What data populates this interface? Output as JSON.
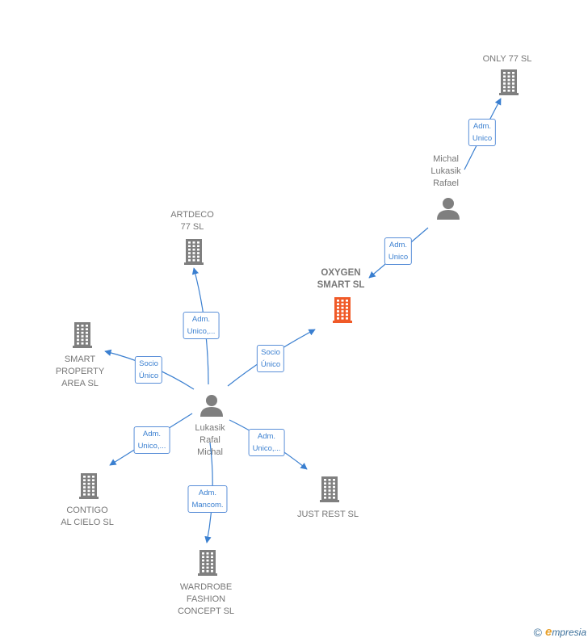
{
  "colors": {
    "company": "#7f7f7f",
    "focus_company": "#f05a28",
    "person": "#7f7f7f",
    "edge": "#3a7fd0",
    "label_text": "#777777"
  },
  "nodes": [
    {
      "id": "only77",
      "type": "company",
      "label": "ONLY 77  SL",
      "icon": "building-icon"
    },
    {
      "id": "michal",
      "type": "person",
      "label": "Michal\nLukasik\nRafael",
      "icon": "person-icon"
    },
    {
      "id": "oxygen",
      "type": "company",
      "label": "OXYGEN\nSMART  SL",
      "icon": "building-icon",
      "focus": true
    },
    {
      "id": "artdeco",
      "type": "company",
      "label": "ARTDECO\n77  SL",
      "icon": "building-icon"
    },
    {
      "id": "smart",
      "type": "company",
      "label": "SMART\nPROPERTY\nAREA  SL",
      "icon": "building-icon"
    },
    {
      "id": "lukasik",
      "type": "person",
      "label": "Lukasik\nRafal\nMichal",
      "icon": "person-icon"
    },
    {
      "id": "contigo",
      "type": "company",
      "label": "CONTIGO\nAL CIELO  SL",
      "icon": "building-icon"
    },
    {
      "id": "justrest",
      "type": "company",
      "label": "JUST REST  SL",
      "icon": "building-icon"
    },
    {
      "id": "wardrobe",
      "type": "company",
      "label": "WARDROBE\nFASHION\nCONCEPT  SL",
      "icon": "building-icon"
    }
  ],
  "edges": [
    {
      "from": "michal",
      "to": "only77",
      "label": "Adm.\nUnico"
    },
    {
      "from": "michal",
      "to": "oxygen",
      "label": "Adm.\nUnico"
    },
    {
      "from": "lukasik",
      "to": "artdeco",
      "label": "Adm.\nUnico,..."
    },
    {
      "from": "lukasik",
      "to": "smart",
      "label": "Socio\nÚnico"
    },
    {
      "from": "lukasik",
      "to": "oxygen",
      "label": "Socio\nÚnico"
    },
    {
      "from": "lukasik",
      "to": "contigo",
      "label": "Adm.\nUnico,..."
    },
    {
      "from": "lukasik",
      "to": "justrest",
      "label": "Adm.\nUnico,..."
    },
    {
      "from": "lukasik",
      "to": "wardrobe",
      "label": "Adm.\nMancom."
    }
  ],
  "brand": {
    "copyright": "©",
    "e": "e",
    "rest": "mpresia"
  }
}
